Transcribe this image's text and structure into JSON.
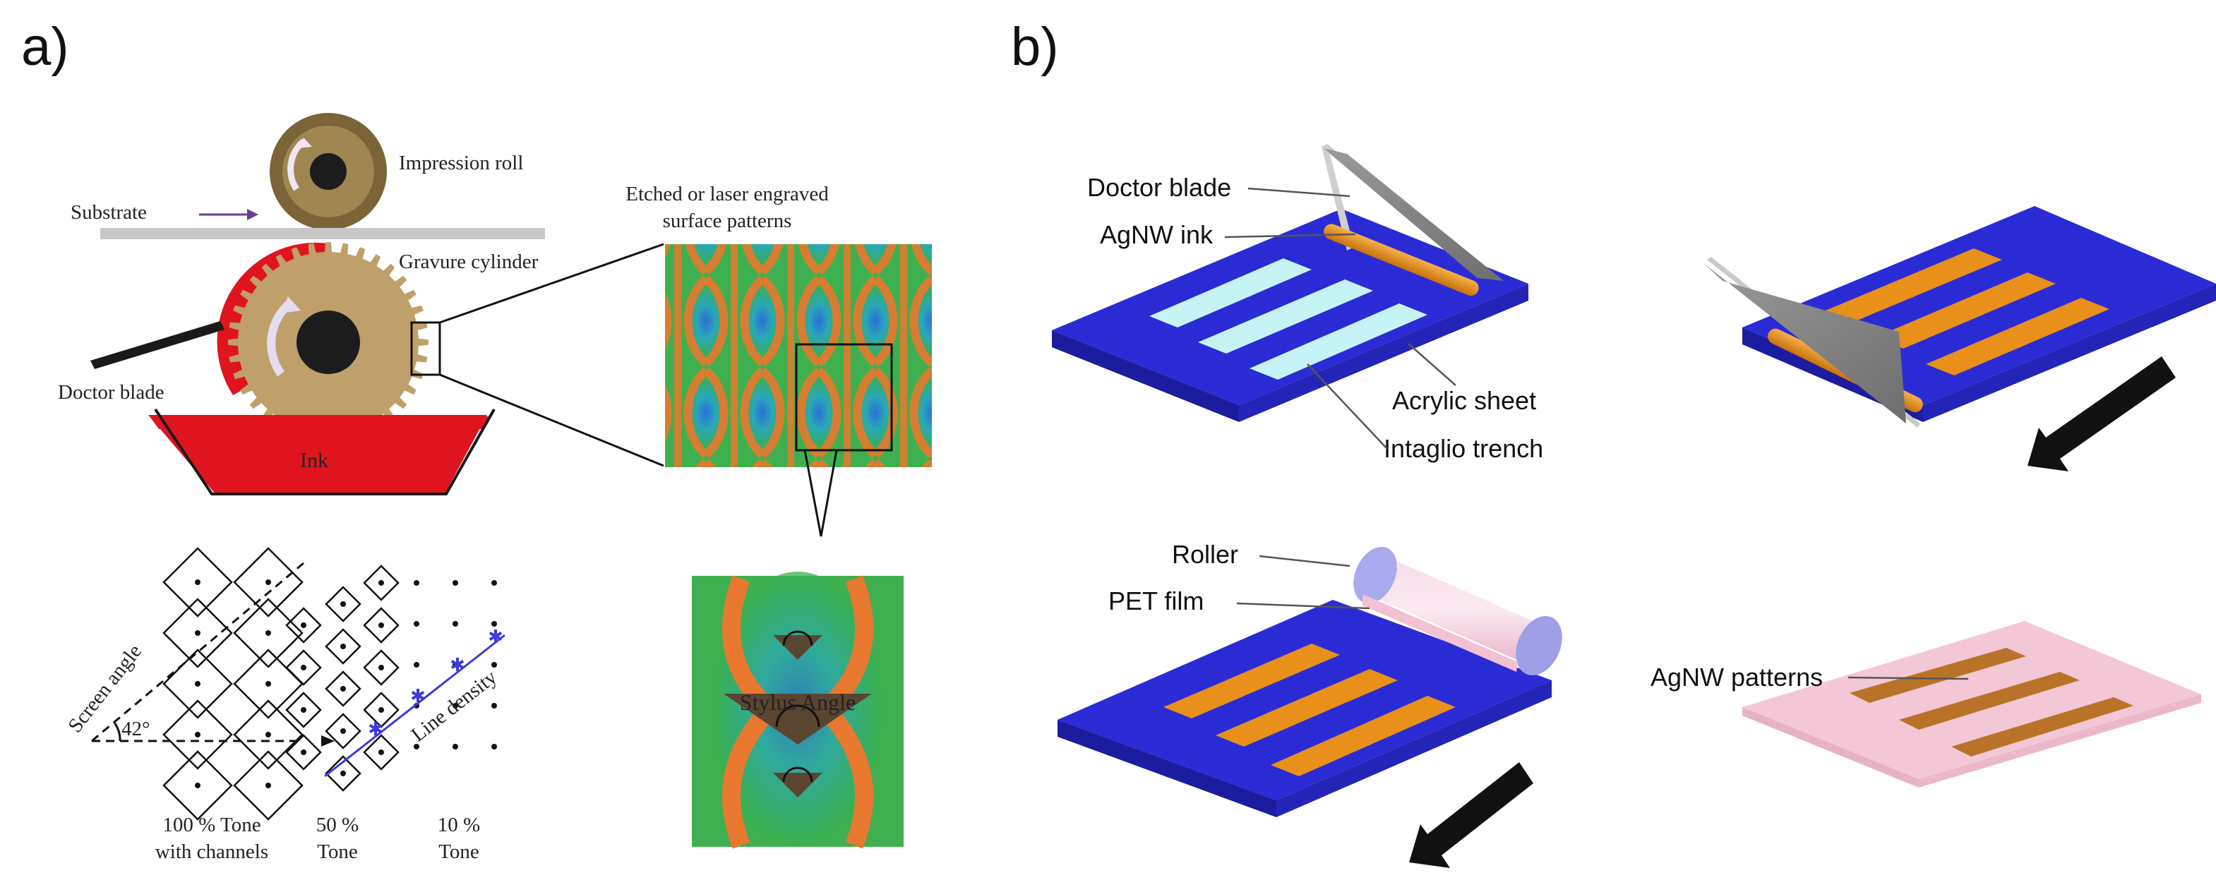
{
  "panel_a": {
    "letter": "a)",
    "labels": {
      "impression_roll": "Impression roll",
      "substrate": "Substrate",
      "gravure_cylinder": "Gravure cylinder",
      "doctor_blade": "Doctor blade",
      "ink": "Ink",
      "etched_line1": "Etched or laser engraved",
      "etched_line2": "surface patterns",
      "stylus_angle": "Stylus Angle",
      "screen_angle": "Screen angle",
      "angle_value": "42°",
      "line_density": "Line density"
    },
    "tones": [
      {
        "line1": "100 % Tone",
        "line2": "with channels"
      },
      {
        "line1": "50 %",
        "line2": "Tone"
      },
      {
        "line1": "10 %",
        "line2": "Tone"
      }
    ]
  },
  "panel_b": {
    "letter": "b)",
    "labels": {
      "doctor_blade": "Doctor blade",
      "agnw_ink": "AgNW ink",
      "acrylic_sheet": "Acrylic sheet",
      "intaglio_trench": "Intaglio trench",
      "roller": "Roller",
      "pet_film": "PET film",
      "agnw_patterns": "AgNW patterns"
    }
  },
  "colors": {
    "acrylic_blue": "#2b2bd6",
    "trench_cyan": "#c6f3f6",
    "agnw_orange": "#e8901a",
    "pet_pink": "#f4c7d6",
    "ink_red": "#e0141e",
    "cylinder_tan": "#bfa06a",
    "impression_brown": "#7a6438"
  }
}
